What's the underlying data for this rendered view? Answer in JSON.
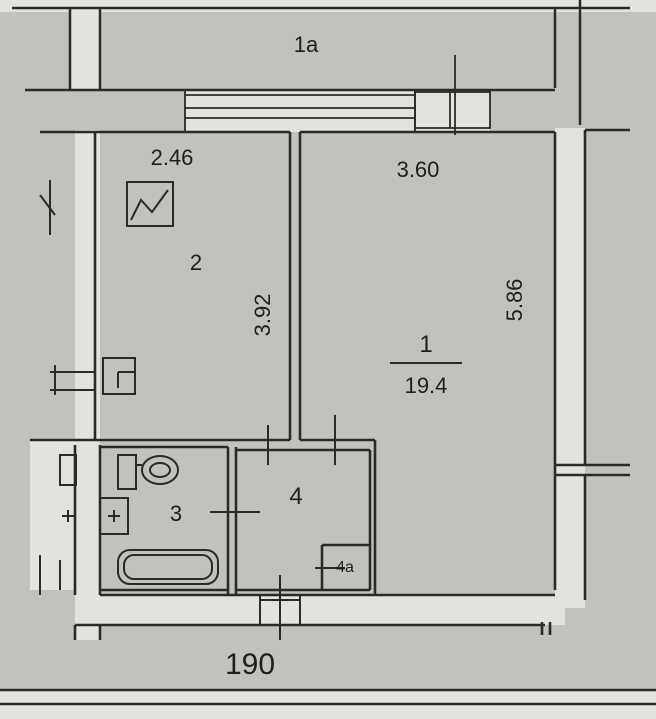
{
  "plan": {
    "rooms": {
      "room_1": {
        "number": "1",
        "area": "19.4"
      },
      "room_1a": {
        "number": "1a"
      },
      "room_2": {
        "number": "2"
      },
      "room_3": {
        "number": "3"
      },
      "room_4": {
        "number": "4"
      },
      "room_4a": {
        "number": "4a"
      }
    },
    "dimensions": {
      "room2_width": "2.46",
      "room1_width": "3.60",
      "room2_length": "3.92",
      "room1_length": "5.86"
    },
    "number_190": "190"
  },
  "colors": {
    "paper": "#bdbdb9",
    "wall_fill": "#e4e4e0",
    "line": "#2a2a2a"
  }
}
